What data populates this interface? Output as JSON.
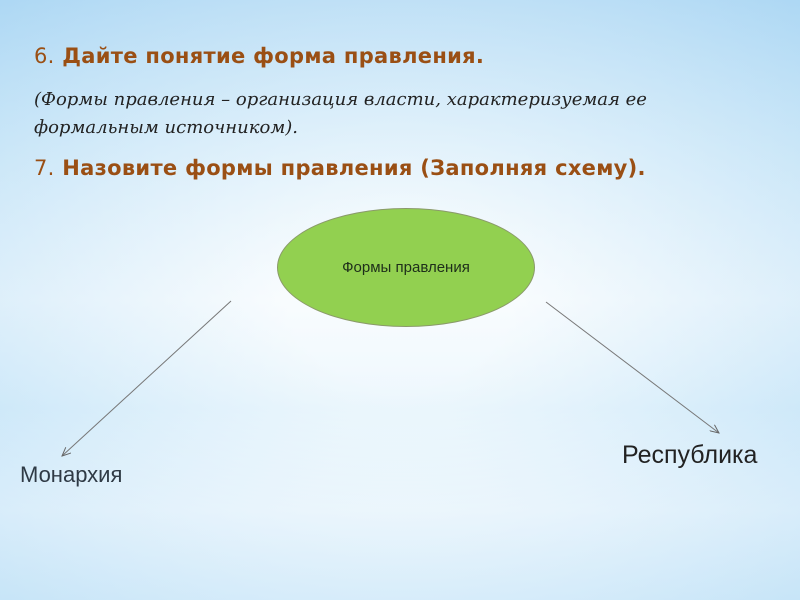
{
  "q6": {
    "number": "6.",
    "text": "Дайте понятие форма правления."
  },
  "definition": "(Формы правления – организация власти, характеризуемая ее формальным источником).",
  "q7": {
    "number": "7.",
    "text": "Назовите формы правления (Заполняя схему)."
  },
  "diagram": {
    "center": "Формы правления",
    "left": "Монархия",
    "right": "Республика"
  },
  "colors": {
    "heading": "#9a4f14",
    "ellipse": "#92d050"
  }
}
